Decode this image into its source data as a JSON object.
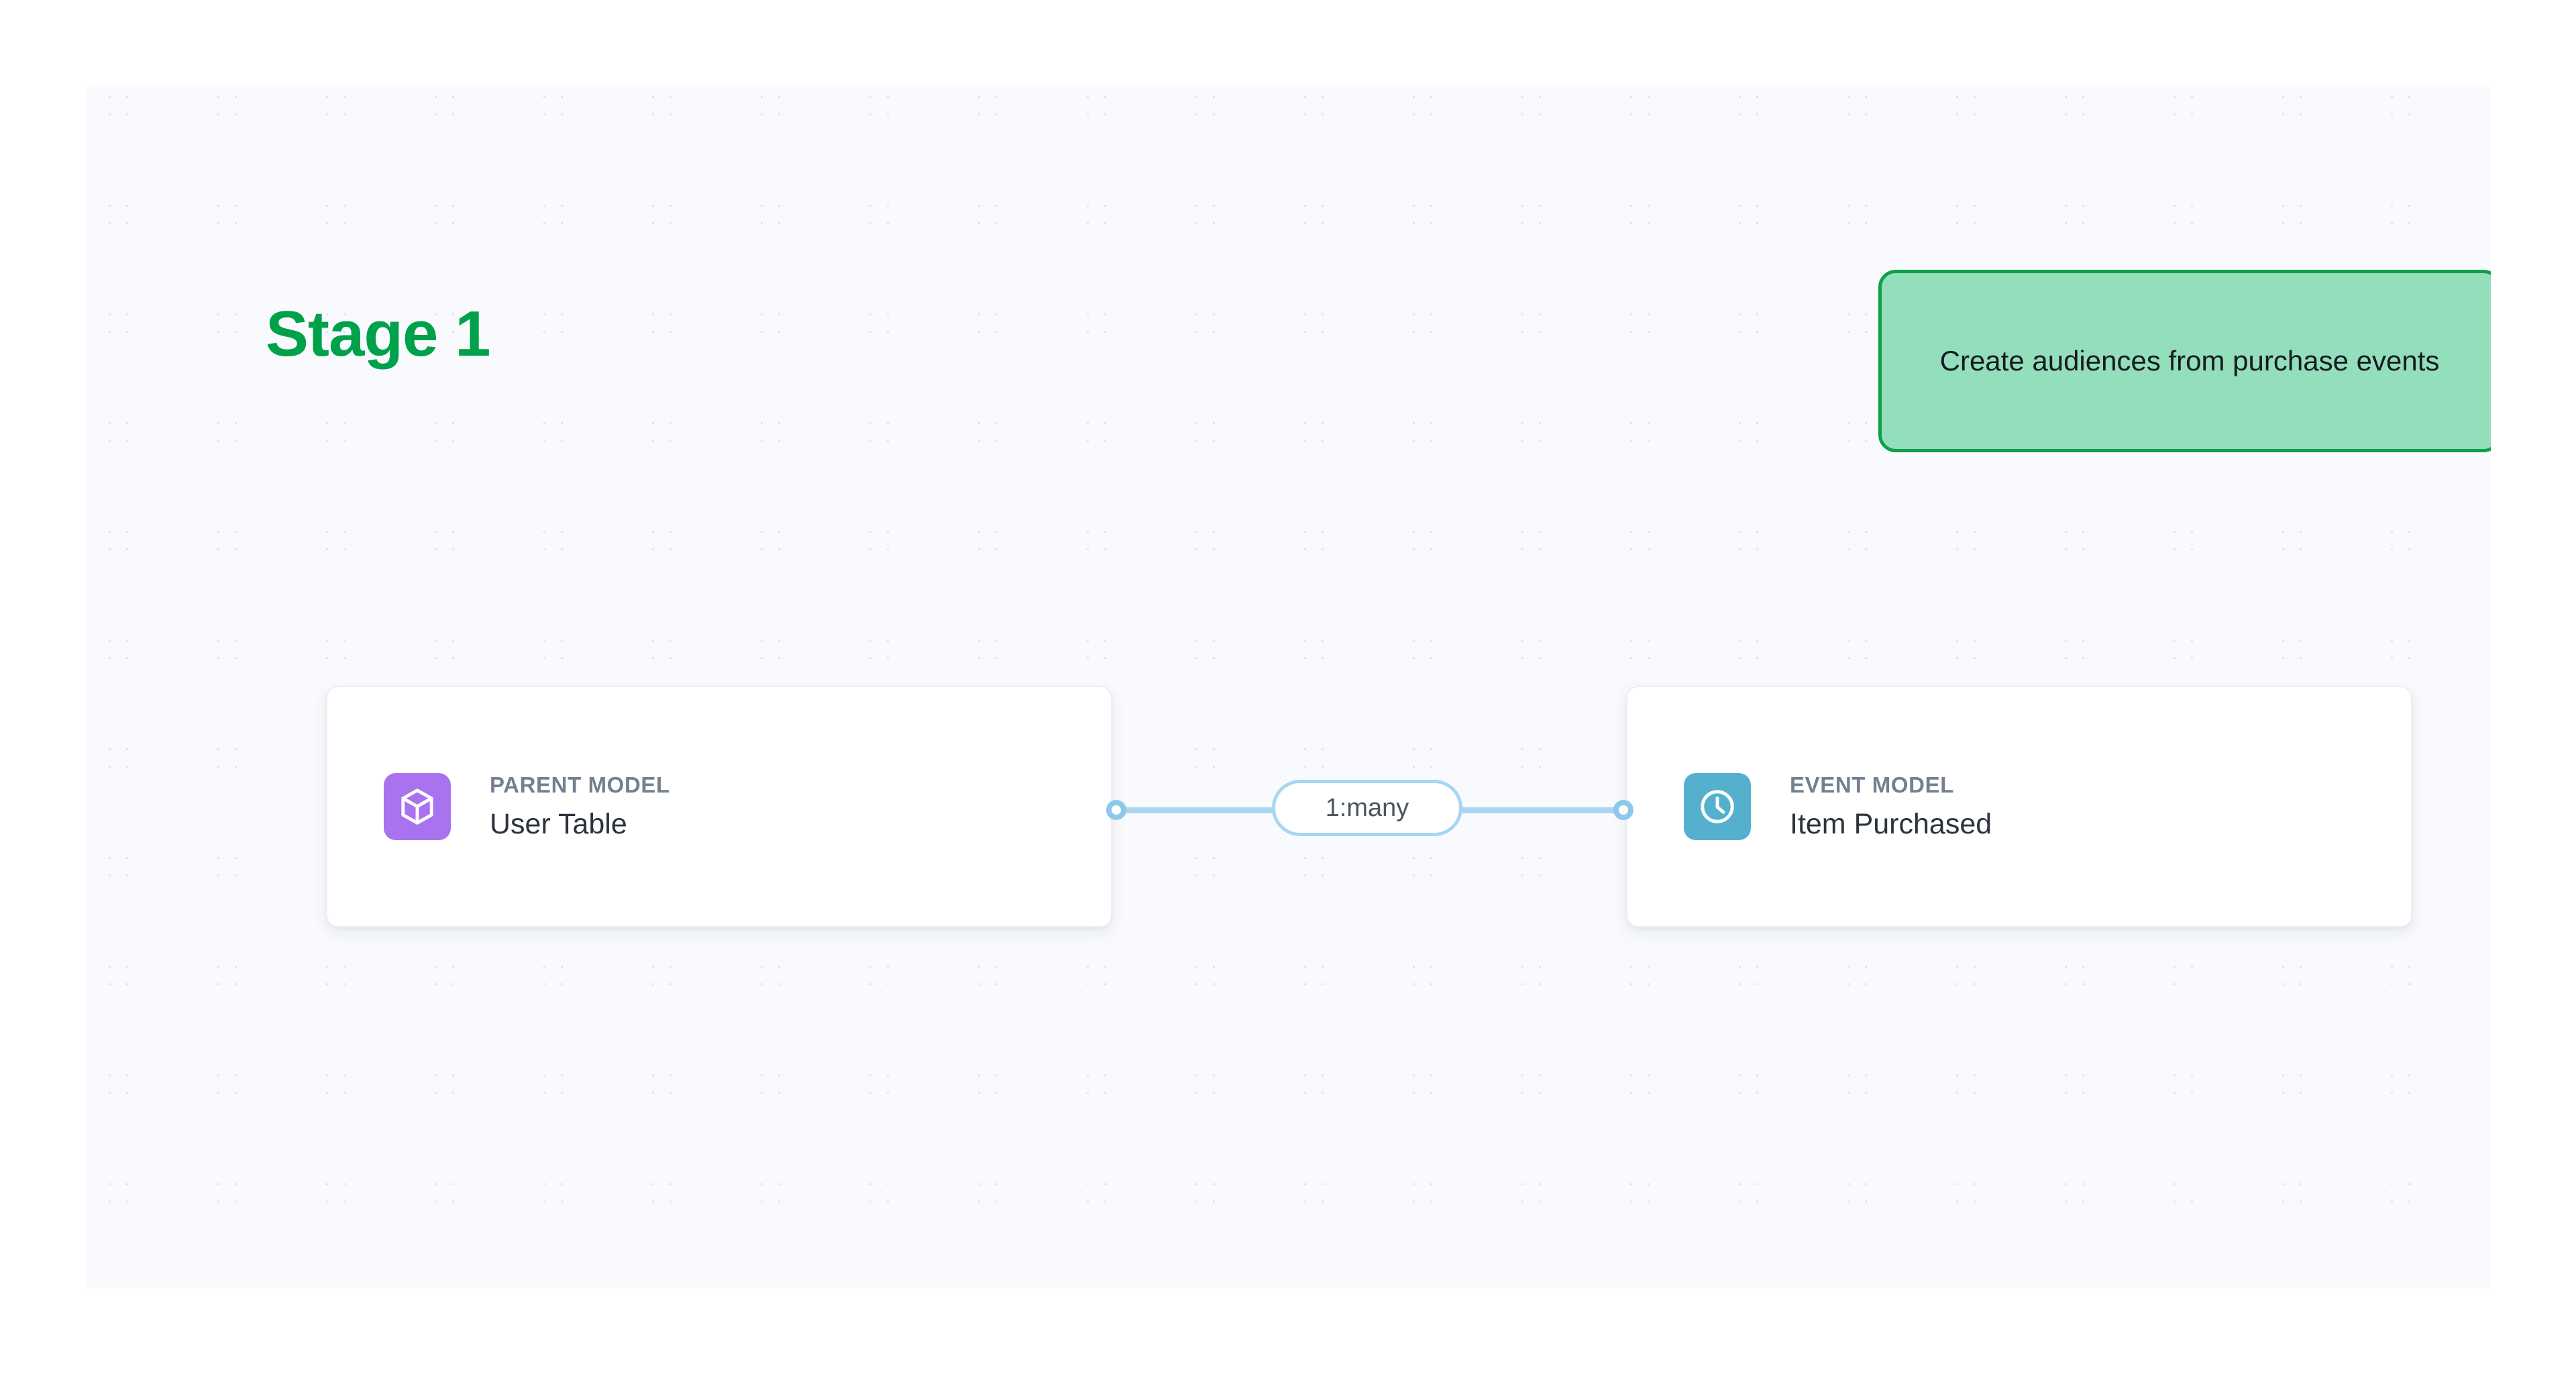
{
  "canvas": {
    "background_color": "#f9fafd",
    "dot_color": "#dfe3ea"
  },
  "stage": {
    "title": "Stage 1",
    "title_color": "#00a14b"
  },
  "annotation": {
    "text": "Create audiences from purchase events",
    "fill_color": "#93debb",
    "border_color": "#10a04a"
  },
  "nodes": [
    {
      "kicker": "PARENT MODEL",
      "name": "User Table",
      "icon": "cube-icon",
      "icon_color": "#a972ef"
    },
    {
      "kicker": "EVENT MODEL",
      "name": "Item Purchased",
      "icon": "clock-icon",
      "icon_color": "#55b0cd"
    }
  ],
  "edge": {
    "label": "1:many",
    "line_color": "#a8d6f0",
    "port_color": "#8ec9ec"
  }
}
